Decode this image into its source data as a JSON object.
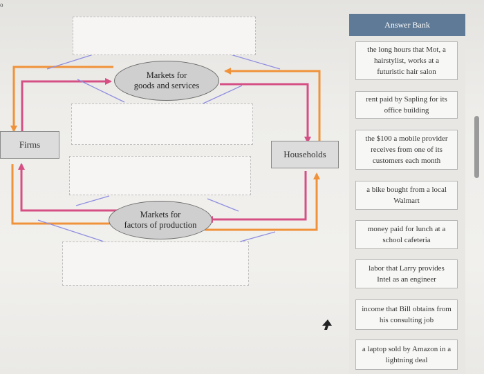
{
  "diagram": {
    "nodes": {
      "firms": "Firms",
      "households": "Households",
      "goods_market": "Markets for\ngoods and services",
      "factor_market": "Markets for\nfactors of production"
    },
    "colors": {
      "pink_flow": "#d64f84",
      "orange_flow": "#f0923a",
      "leader_line": "#8f8ee0"
    }
  },
  "answer_bank": {
    "title": "Answer Bank",
    "items": [
      "the long hours that Mot, a hairstylist, works at a futuristic hair salon",
      "rent paid by Sapling for its office building",
      "the $100 a mobile provider receives from one of its customers each month",
      "a bike bought from a local Walmart",
      "money paid for lunch at a school cafeteria",
      "labor that Larry provides Intel as an engineer",
      "income that Bill obtains from his consulting job",
      "a laptop sold by Amazon in a lightning deal"
    ]
  },
  "corner_mark": "o"
}
